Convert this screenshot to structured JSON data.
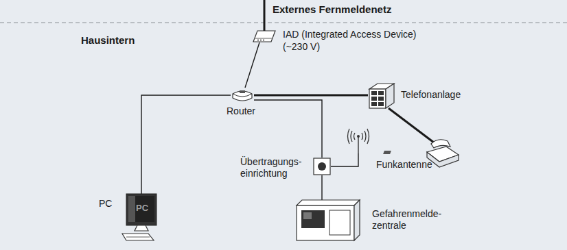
{
  "diagram": {
    "nodes": [
      {
        "text": [
          "IAD (Integrated Access Device)",
          "(~230 V)"
        ]
      },
      {
        "text": [
          "Router"
        ]
      },
      {
        "text": [
          "Telefonanlage"
        ]
      },
      {
        "text": [
          "PC",
          "PC"
        ]
      },
      {
        "text": [
          "Übertragungs- einrichtung"
        ]
      },
      {
        "text": [
          "Funkantenne"
        ]
      },
      {
        "text": [
          "Gefahrenmelde- zentrale"
        ]
      }
    ],
    "edges": [
      {
        "from": 0,
        "to": 1,
        "arrow": "none"
      },
      {
        "from": 1,
        "to": 3,
        "arrow": "none"
      },
      {
        "from": 1,
        "to": 2,
        "arrow": "none"
      },
      {
        "from": 1,
        "to": 4,
        "arrow": "none"
      },
      {
        "from": 4,
        "to": 5,
        "arrow": "none"
      },
      {
        "from": 4,
        "to": 6,
        "arrow": "none"
      }
    ],
    "labels": [
      "Externes Fernmeldenetz",
      "Hausintern"
    ]
  }
}
